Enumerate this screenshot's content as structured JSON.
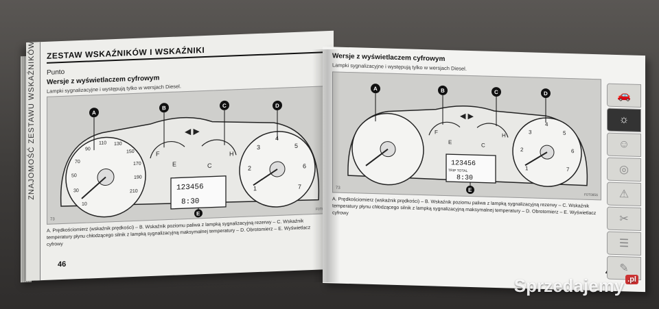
{
  "left_page": {
    "side_label": "ZNAJOMOŚĆ ZESTAWU WSKAŹNIKÓW",
    "title": "ZESTAW WSKAŹNIKÓW I WSKAŹNIKI",
    "logo": "Punto",
    "subtitle": "Wersje z wyświetlaczem cyfrowym",
    "note": "Lampki sygnalizacyjne i występują tylko w wersjach Diesel.",
    "figure_number": "73",
    "figure_code": "F0T0856",
    "caption": "A. Prędkościomierz (wskaźnik prędkości) – B. Wskaźnik poziomu paliwa z lampką sygnalizacyjną rezerwy – C. Wskaźnik temperatury płynu chłodzącego silnik z lampką sygnalizacyjną maksymalnej temperatury – D. Obrotomierz – E. Wyświetlacz cyfrowy",
    "page_number": "46"
  },
  "right_page": {
    "subtitle": "Wersje z wyświetlaczem cyfrowym",
    "note": "Lampki sygnalizacyjne i występują tylko w wersjach Diesel.",
    "figure_number": "73",
    "figure_code": "F0T0856",
    "caption": "A. Prędkościomierz (wskaźnik prędkości) – B. Wskaźnik poziomu paliwa z lampką sygnalizacyjną rezerwy – C. Wskaźnik temperatury płynu chłodzącego silnik z lampką sygnalizacyjną maksymalnej temperatury – D. Obrotomierz – E. Wyświetlacz cyfrowy",
    "page_number": "47",
    "tabs": [
      "car-info-icon",
      "dashboard-light-icon",
      "airbag-person-icon",
      "steering-wheel-icon",
      "car-breakdown-icon",
      "car-service-icon",
      "spec-list-icon",
      "index-icon",
      "index-az-icon"
    ]
  },
  "diagram": {
    "labels": [
      "A",
      "B",
      "C",
      "D",
      "E"
    ],
    "display_odometer": "123456",
    "display_time": "8:30",
    "display_trip": "TRIP TOTAL",
    "speed_ticks": [
      "10",
      "30",
      "50",
      "70",
      "90",
      "110",
      "130",
      "150",
      "170",
      "190",
      "210"
    ],
    "rpm_ticks": [
      "1",
      "2",
      "3",
      "4",
      "5",
      "6",
      "7"
    ],
    "fuel_labels": [
      "F",
      "E"
    ],
    "temp_labels": [
      "C",
      "H"
    ]
  },
  "watermark": {
    "text": "Sprzedajemy",
    "tld": ".pl"
  }
}
